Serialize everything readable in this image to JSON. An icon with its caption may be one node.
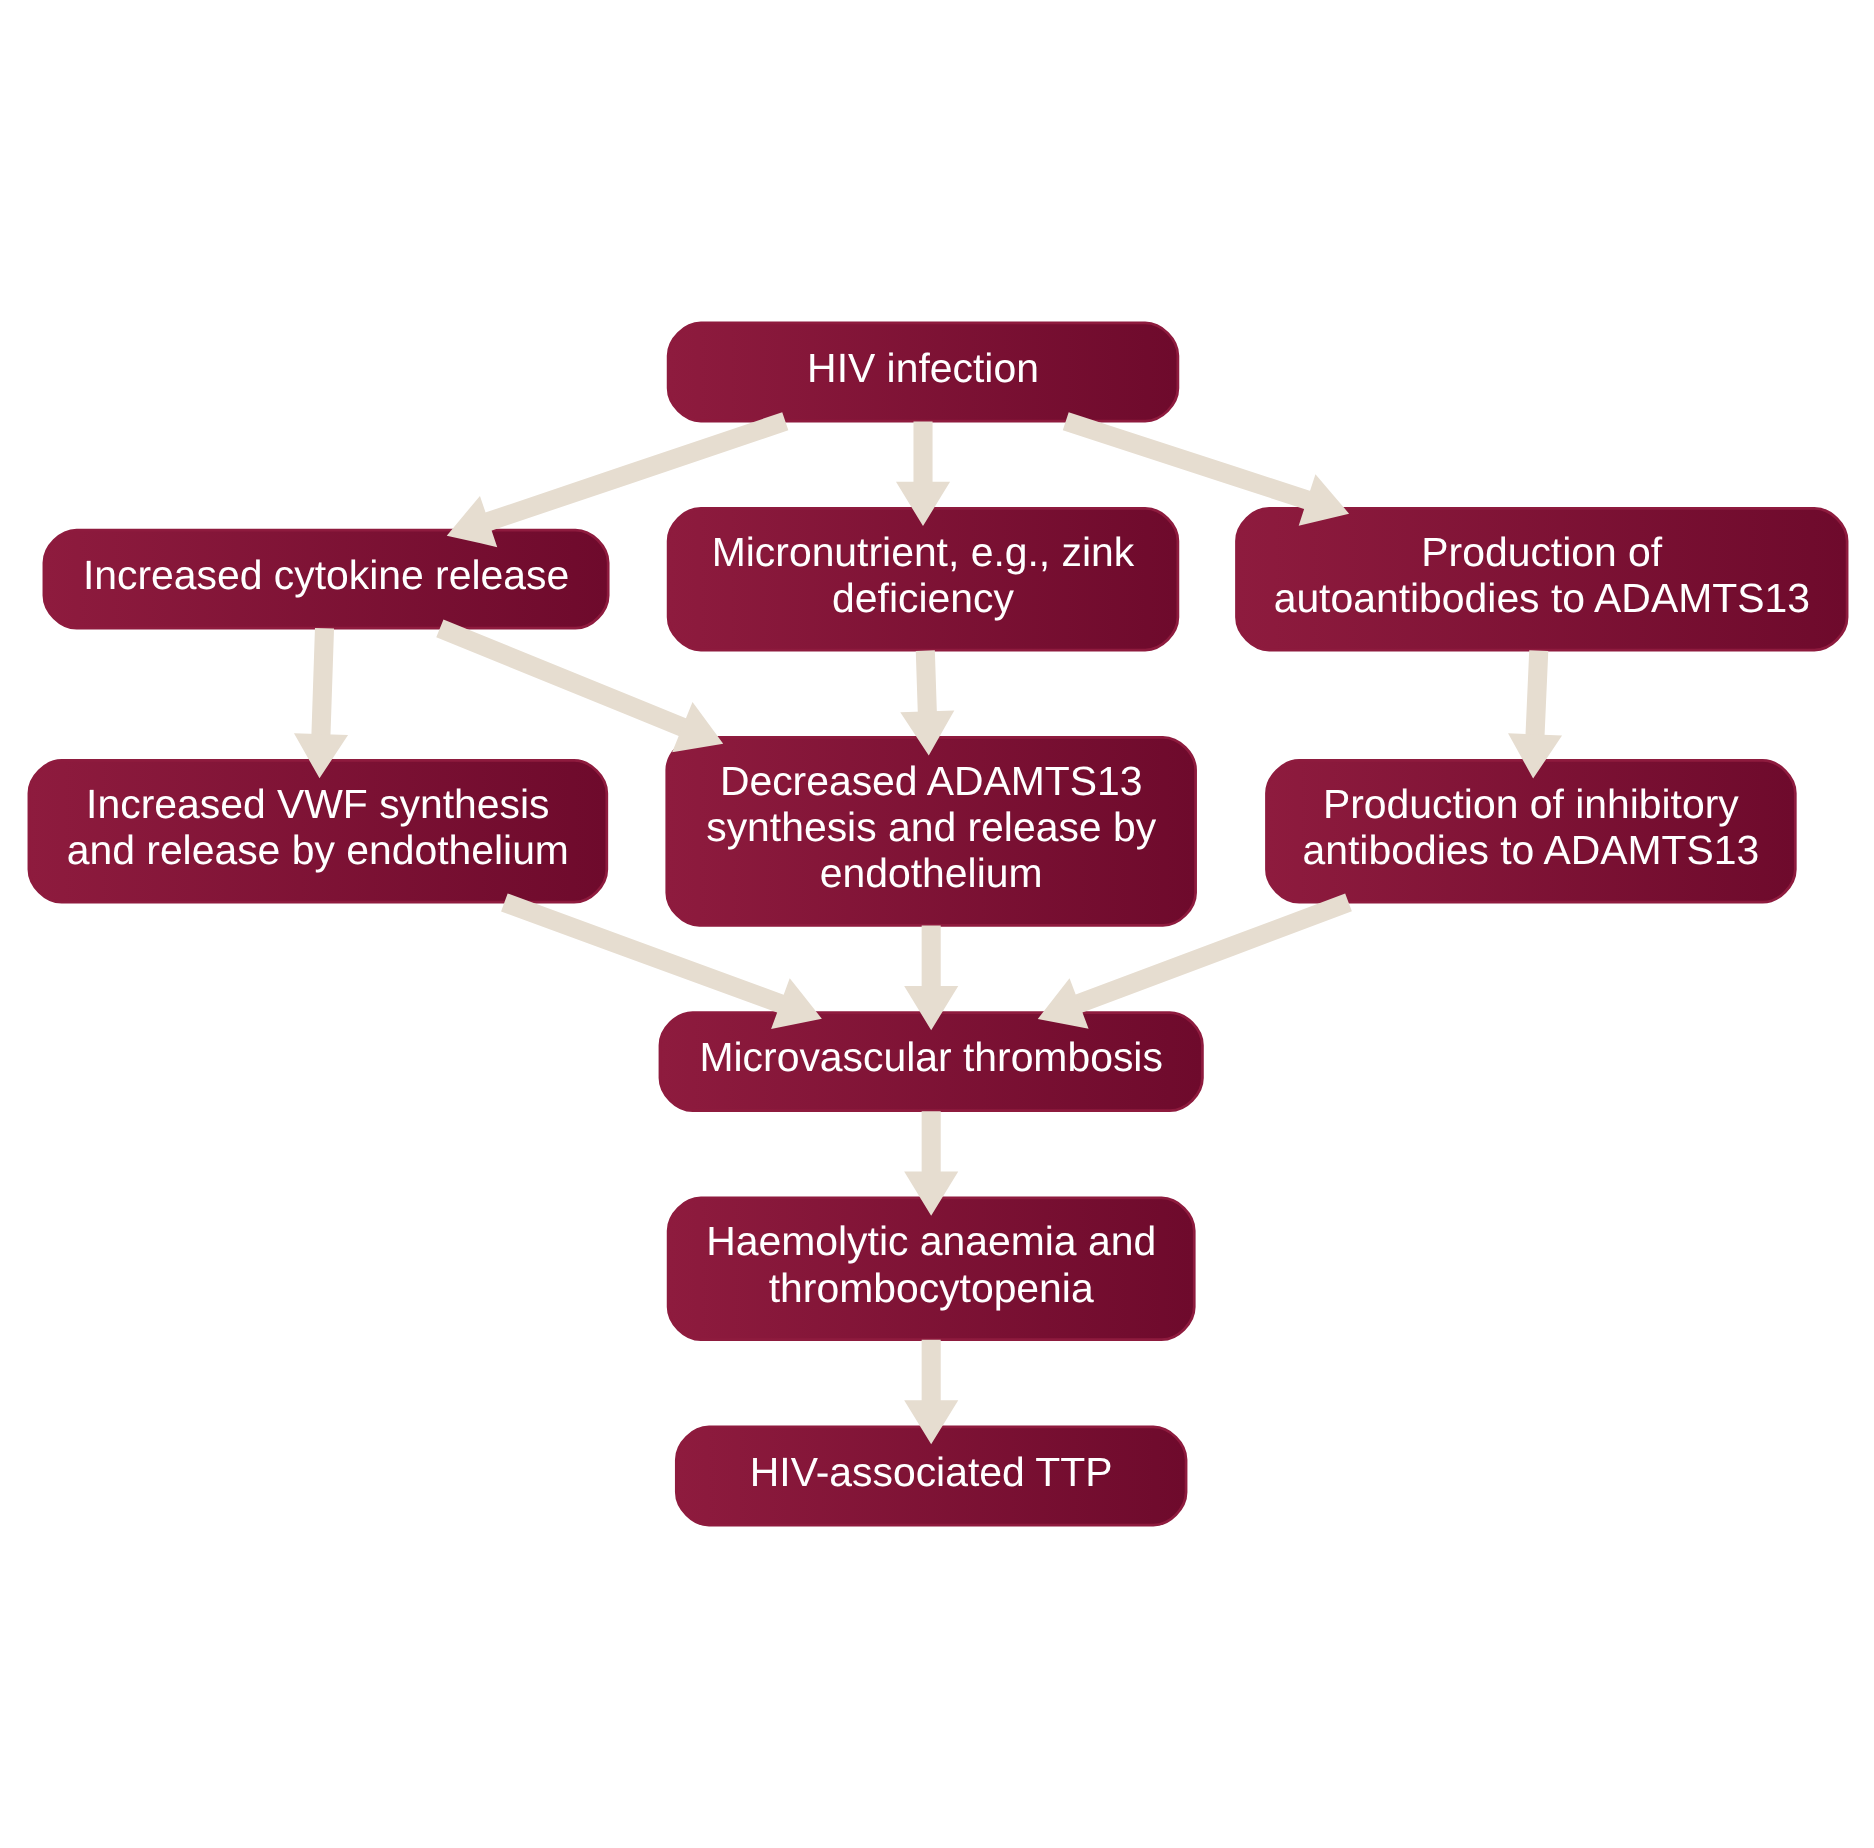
{
  "diagram": {
    "nodes": [
      {
        "text": [
          "HIV infection"
        ]
      },
      {
        "text": [
          "Increased cytokine release"
        ]
      },
      {
        "text": [
          "Micronutrient, e.g., zink deficiency"
        ]
      },
      {
        "text": [
          "Production of autoantibodies to ADAMTS13"
        ]
      },
      {
        "text": [
          "Increased VWF synthesis and release by endothelium"
        ]
      },
      {
        "text": [
          "Decreased ADAMTS13 synthesis and release by endothelium"
        ]
      },
      {
        "text": [
          "Production of inhibitory antibodies to ADAMTS13"
        ]
      },
      {
        "text": [
          "Microvascular thrombosis"
        ]
      },
      {
        "text": [
          "Haemolytic anaemia and thrombocytopenia"
        ]
      },
      {
        "text": [
          "HIV-associated TTP"
        ]
      }
    ],
    "edges": [
      {
        "from": 0,
        "to": 1,
        "arrow": "to"
      },
      {
        "from": 0,
        "to": 2,
        "arrow": "to"
      },
      {
        "from": 0,
        "to": 3,
        "arrow": "to"
      },
      {
        "from": 1,
        "to": 4,
        "arrow": "to"
      },
      {
        "from": 1,
        "to": 5,
        "arrow": "to"
      },
      {
        "from": 2,
        "to": 5,
        "arrow": "to"
      },
      {
        "from": 3,
        "to": 6,
        "arrow": "to"
      },
      {
        "from": 4,
        "to": 7,
        "arrow": "to"
      },
      {
        "from": 5,
        "to": 7,
        "arrow": "to"
      },
      {
        "from": 6,
        "to": 7,
        "arrow": "to"
      },
      {
        "from": 7,
        "to": 8,
        "arrow": "to"
      },
      {
        "from": 8,
        "to": 9,
        "arrow": "to"
      }
    ]
  }
}
